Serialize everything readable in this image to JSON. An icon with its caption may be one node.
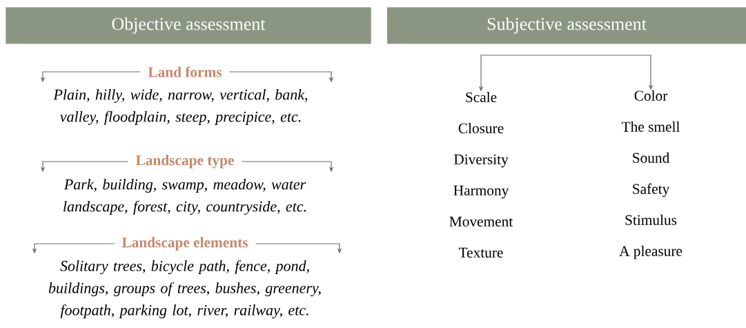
{
  "diagram": {
    "nodes": [
      {
        "text": [
          "Objective assessment"
        ]
      },
      {
        "text": [
          "Land forms"
        ]
      },
      {
        "text": [
          "Plain, hilly, wide, narrow, vertical, bank, valley, floodplain, steep, precipice, etc."
        ]
      },
      {
        "text": [
          "Landscape type"
        ]
      },
      {
        "text": [
          "Park, building, swamp, meadow, water landscape, forest, city, countryside, etc."
        ]
      },
      {
        "text": [
          "Landscape elements"
        ]
      },
      {
        "text": [
          "Solitary trees, bicycle path, fence, pond, buildings, groups of trees, bushes, greenery, footpath, parking lot, river, railway, etc."
        ]
      },
      {
        "text": [
          "Subjective assessment"
        ]
      },
      {
        "text": [
          "Scale",
          "Closure",
          "Diversity",
          "Harmony",
          "Movement",
          "Texture"
        ]
      },
      {
        "text": [
          "Color",
          "The smell",
          "Sound",
          "Safety",
          "Stimulus",
          "A pleasure"
        ]
      }
    ],
    "edges": [
      {
        "from": 1,
        "to": 2,
        "arrow": "to"
      },
      {
        "from": 1,
        "to": 2,
        "arrow": "to"
      },
      {
        "from": 3,
        "to": 4,
        "arrow": "to"
      },
      {
        "from": 3,
        "to": 4,
        "arrow": "to"
      },
      {
        "from": 5,
        "to": 6,
        "arrow": "to"
      },
      {
        "from": 5,
        "to": 6,
        "arrow": "to"
      },
      {
        "from": null,
        "to": 8,
        "arrow": "to"
      },
      {
        "from": null,
        "to": 9,
        "arrow": "to"
      }
    ]
  }
}
